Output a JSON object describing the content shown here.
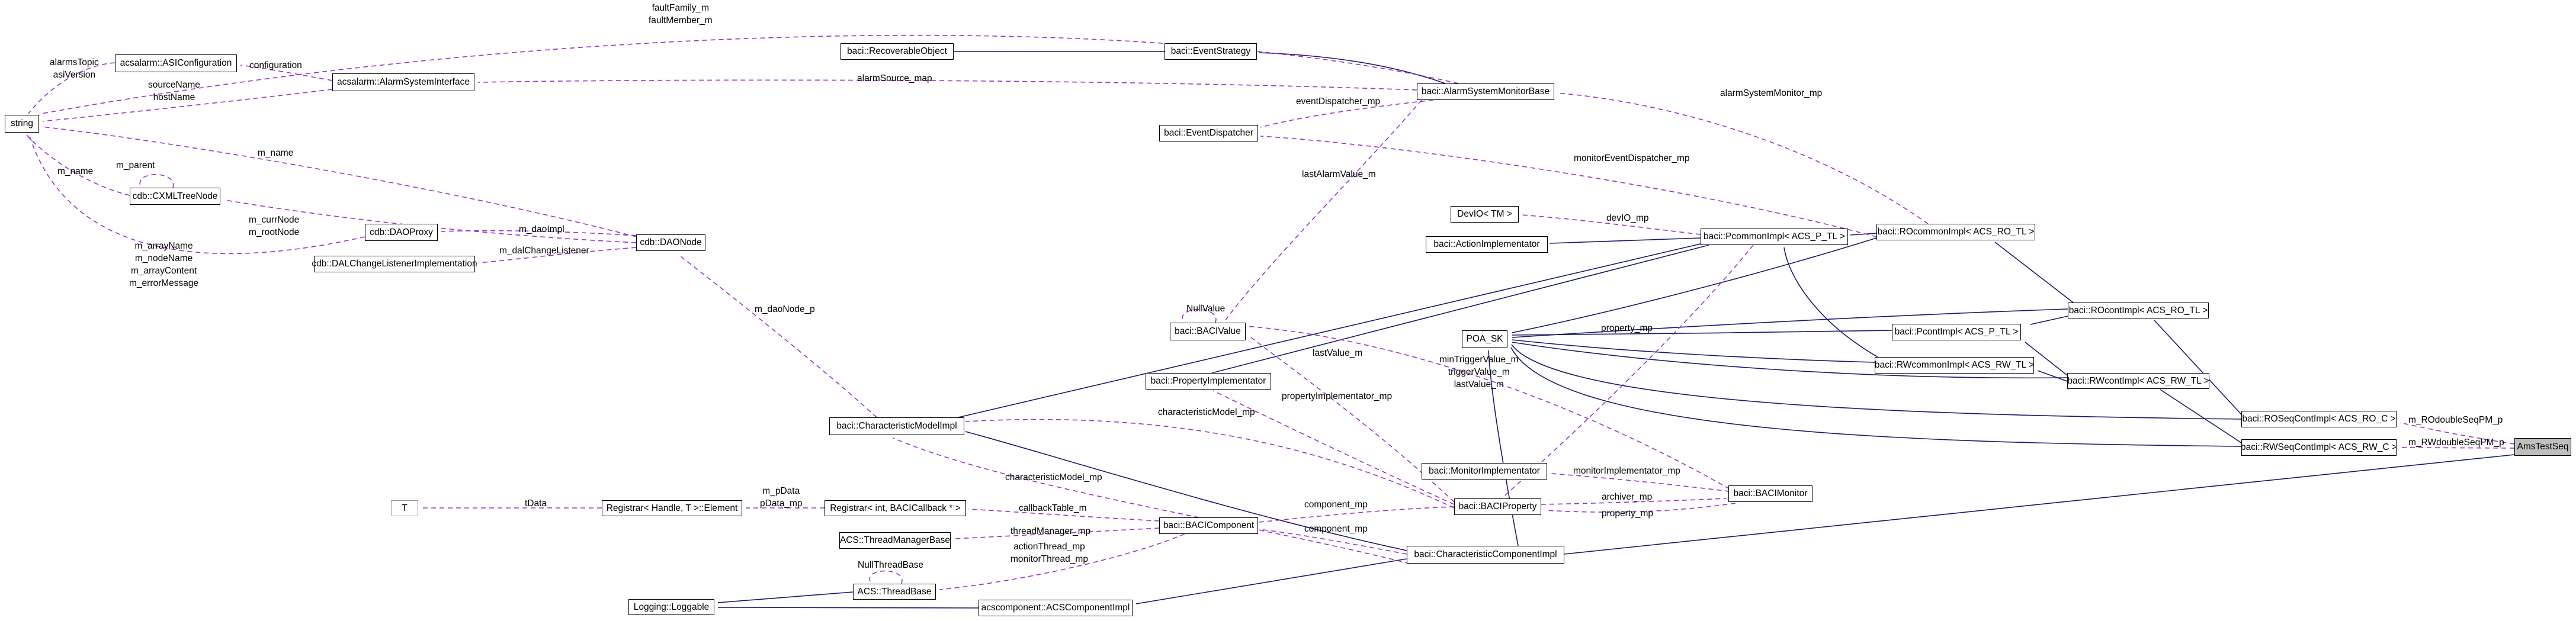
{
  "diagram": {
    "type": "uml-collaboration-graph",
    "focus_class": "AmsTestSeq",
    "colors": {
      "background": "#ffffff",
      "node_fill": "#ffffff",
      "node_border": "#000000",
      "focus_node_fill": "#bfbfbf",
      "inheritance_edge": "#191970",
      "usage_edge": "#9a32cd"
    },
    "nodes": {
      "string": {
        "label": "string"
      },
      "asi_configuration": {
        "label": "acsalarm::ASIConfiguration"
      },
      "alarm_system_interface": {
        "label": "acsalarm::AlarmSystemInterface"
      },
      "recoverable_object": {
        "label": "baci::RecoverableObject"
      },
      "event_strategy": {
        "label": "baci::EventStrategy"
      },
      "alarm_system_monitor_base": {
        "label": "baci::AlarmSystemMonitorBase"
      },
      "event_dispatcher": {
        "label": "baci::EventDispatcher"
      },
      "devio_tm": {
        "label": "DevIO< TM >"
      },
      "action_implementator": {
        "label": "baci::ActionImplementator"
      },
      "pcommon_impl": {
        "label": "baci::PcommonImpl< ACS_P_TL >"
      },
      "rocommon_impl": {
        "label": "baci::ROcommonImpl< ACS_RO_TL >"
      },
      "cxml_tree_node": {
        "label": "cdb::CXMLTreeNode"
      },
      "dao_proxy": {
        "label": "cdb::DAOProxy"
      },
      "dao_node": {
        "label": "cdb::DAONode"
      },
      "dal_change_listener_implementation": {
        "label": "cdb::DALChangeListenerImplementation"
      },
      "baci_value": {
        "label": "baci::BACIValue"
      },
      "property_implementator": {
        "label": "baci::PropertyImplementator"
      },
      "characteristic_model_impl": {
        "label": "baci::CharacteristicModelImpl"
      },
      "poa_sk": {
        "label": "POA_SK"
      },
      "pcont_impl": {
        "label": "baci::PcontImpl< ACS_P_TL >"
      },
      "rwcommon_impl": {
        "label": "baci::RWcommonImpl< ACS_RW_TL >"
      },
      "rocont_impl": {
        "label": "baci::ROcontImpl< ACS_RO_TL >"
      },
      "rwcont_impl": {
        "label": "baci::RWcontImpl< ACS_RW_TL >"
      },
      "roseqcont_impl": {
        "label": "baci::ROSeqContImpl< ACS_RO_C >"
      },
      "rwseqcont_impl": {
        "label": "baci::RWSeqContImpl< ACS_RW_C >"
      },
      "ams_test_seq": {
        "label": "AmsTestSeq"
      },
      "monitor_implementator": {
        "label": "baci::MonitorImplementator"
      },
      "baci_monitor": {
        "label": "baci::BACIMonitor"
      },
      "baci_property": {
        "label": "baci::BACIProperty"
      },
      "characteristic_component_impl": {
        "label": "baci::CharacteristicComponentImpl"
      },
      "baci_component": {
        "label": "baci::BACIComponent"
      },
      "t_param": {
        "label": "T"
      },
      "registrar_element": {
        "label": "Registrar< Handle, T >::Element"
      },
      "registrar_int_callback": {
        "label": "Registrar< int, BACICallback * >"
      },
      "thread_manager_base": {
        "label": "ACS::ThreadManagerBase"
      },
      "thread_base": {
        "label": "ACS::ThreadBase"
      },
      "loggable": {
        "label": "Logging::Loggable"
      },
      "acs_component_impl": {
        "label": "acscomponent::ACSComponentImpl"
      }
    },
    "edge_labels": {
      "fault_family": {
        "text": "faultFamily_m\nfaultMember_m"
      },
      "alarms_topic": {
        "text": "alarmsTopic\nasiVersion"
      },
      "configuration": {
        "text": "configuration"
      },
      "source_name": {
        "text": "sourceName\nhostName"
      },
      "alarm_source_map": {
        "text": "alarmSource_map"
      },
      "event_dispatcher_mp": {
        "text": "eventDispatcher_mp"
      },
      "monitor_event_dispatcher_mp": {
        "text": "monitorEventDispatcher_mp"
      },
      "last_alarm_value_m": {
        "text": "lastAlarmValue_m"
      },
      "alarm_system_monitor_mp": {
        "text": "alarmSystemMonitor_mp"
      },
      "m_name_left": {
        "text": "m_name"
      },
      "m_parent": {
        "text": "m_parent"
      },
      "m_name_right": {
        "text": "m_name"
      },
      "m_curr_node": {
        "text": "m_currNode\nm_rootNode"
      },
      "m_array": {
        "text": "m_arrayName\nm_nodeName\nm_arrayContent\nm_errorMessage"
      },
      "m_dao_impl": {
        "text": "m_daoImpl"
      },
      "m_dal_change_listener": {
        "text": "m_dalChangeListener"
      },
      "m_dao_node_p": {
        "text": "m_daoNode_p"
      },
      "null_value": {
        "text": "NullValue"
      },
      "last_value_m": {
        "text": "lastValue_m"
      },
      "min_trigger": {
        "text": "minTriggerValue_m\ntriggerValue_m\nlastValue_m"
      },
      "property_implementator_mp": {
        "text": "propertyImplementator_mp"
      },
      "characteristic_model_mp_right": {
        "text": "characteristicModel_mp"
      },
      "characteristic_model_mp_bottom": {
        "text": "characteristicModel_mp"
      },
      "dev_io_mp": {
        "text": "devIO_mp"
      },
      "property_mp_top": {
        "text": "property_mp"
      },
      "monitor_implementator_mp": {
        "text": "monitorImplementator_mp"
      },
      "archiver_mp": {
        "text": "archiver_mp"
      },
      "property_mp_bottom": {
        "text": "property_mp"
      },
      "component_mp_top": {
        "text": "component_mp"
      },
      "component_mp_bottom": {
        "text": "component_mp"
      },
      "callback_table_m": {
        "text": "callbackTable_m"
      },
      "thread_manager_mp": {
        "text": "threadManager_mp"
      },
      "action_thread": {
        "text": "actionThread_mp\nmonitorThread_mp"
      },
      "null_thread_base": {
        "text": "NullThreadBase"
      },
      "t_data": {
        "text": "tData"
      },
      "m_p_data": {
        "text": "m_pData\npData_mp"
      },
      "m_ro_double_seq_pm_p": {
        "text": "m_ROdoubleSeqPM_p"
      },
      "m_rw_double_seq_pm_p": {
        "text": "m_RWdoubleSeqPM_p"
      }
    }
  }
}
